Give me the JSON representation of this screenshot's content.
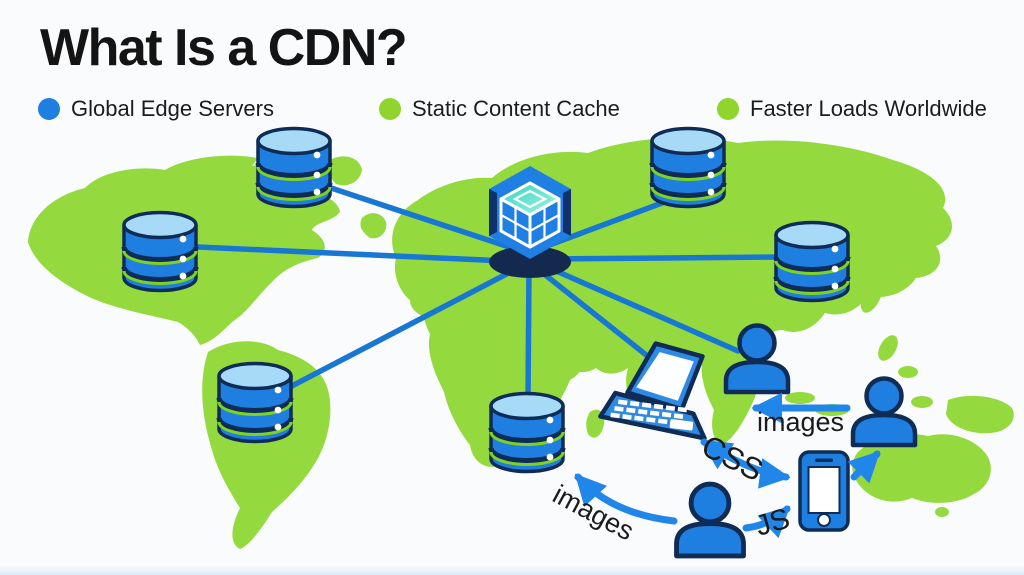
{
  "title": "What Is a CDN?",
  "legend": {
    "items": [
      {
        "label": "Global Edge Servers",
        "color": "#1e7fe0"
      },
      {
        "label": "Static Content Cache",
        "color": "#8fd52e"
      },
      {
        "label": "Faster Loads Worldwide",
        "color": "#8fd52e"
      }
    ]
  },
  "flow_labels": {
    "images_to_laptop": "images",
    "css_exchange": "CSS",
    "js_upload": "JS",
    "images_to_cache": "images"
  },
  "colors": {
    "primary_blue": "#1e7fe0",
    "line_blue": "#1877d2",
    "arrow_blue": "#2186ea",
    "map_green": "#94da3f",
    "cache_separator_green": "#7ed321",
    "outline_navy": "#0e2c55",
    "hub_base_navy": "#13294d",
    "hub_teal": "#2fd4c5",
    "background": "#fafbfc",
    "title_text": "#141414"
  }
}
